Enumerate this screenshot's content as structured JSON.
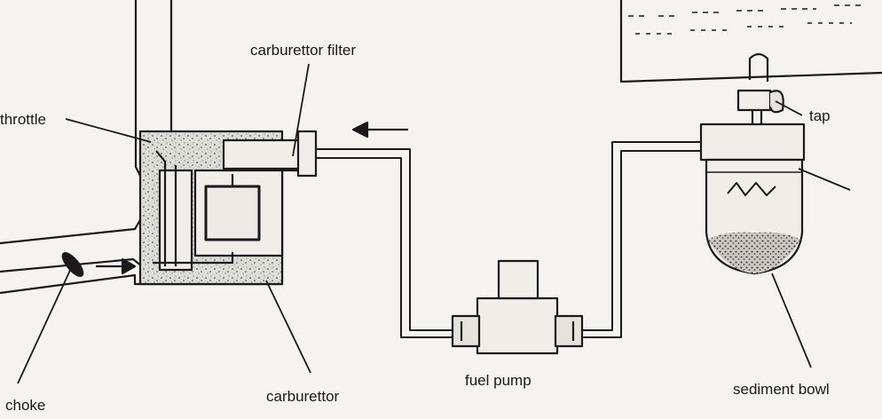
{
  "labels": {
    "carburettor_filter": "carburettor filter",
    "throttle": "throttle",
    "tap": "tap",
    "choke": "choke",
    "carburettor": "carburettor",
    "fuel_pump": "fuel pump",
    "sediment_bowl": "sediment bowl"
  }
}
